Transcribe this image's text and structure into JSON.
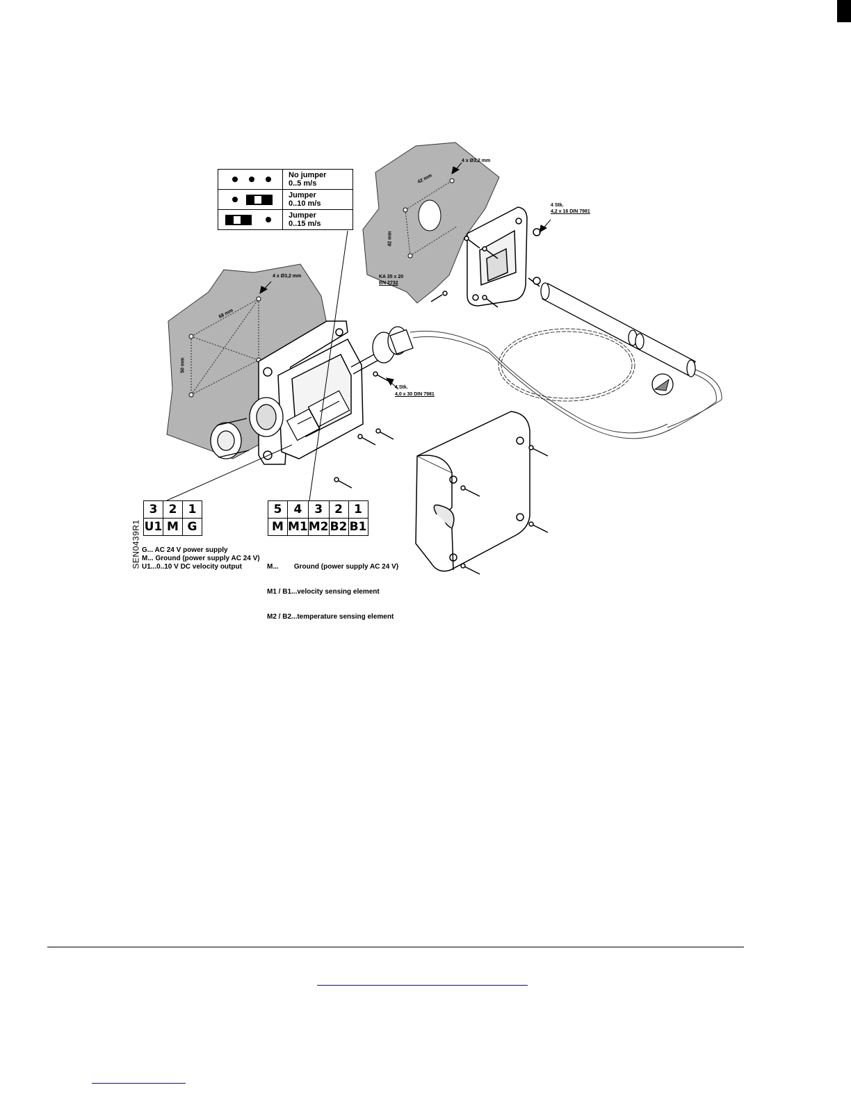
{
  "jumper_table": {
    "rows": [
      {
        "line1": "No jumper",
        "line2": "0..5 m/s"
      },
      {
        "line1": "Jumper",
        "line2": "0..10 m/s"
      },
      {
        "line1": "Jumper",
        "line2": "0..15 m/s"
      }
    ]
  },
  "terminals_left": {
    "numbers": [
      "3",
      "2",
      "1"
    ],
    "labels": [
      "U1",
      "M",
      "G"
    ]
  },
  "terminals_right": {
    "numbers": [
      "5",
      "4",
      "3",
      "2",
      "1"
    ],
    "labels": [
      "M",
      "M1",
      "M2",
      "B2",
      "B1"
    ]
  },
  "legend_left": [
    "G...  AC 24 V power supply",
    "M... Ground (power supply AC 24 V)",
    "U1...0..10 V DC velocity output"
  ],
  "legend_right": [
    "M...        Ground (power supply AC 24 V)",
    "M1 / B1...velocity sensing element",
    "M2 / B2...temperature sensing element"
  ],
  "drawing_code": "SEN0439R1",
  "dimensions": {
    "holes_large": "4 x Ø3,2 mm",
    "width_large": "68 mm",
    "height_large": "50 mm",
    "holes_small": "4 x Ø3,2 mm",
    "width_small": "42 mm",
    "height_small": "42 mm",
    "screws_large_1": "4 Stk.",
    "screws_large_2": "4,0 x 30 DIN 7981",
    "screws_small_1": "4 Stk.",
    "screws_small_2": "4,2 x 16 DIN 7981",
    "ka_1": "KA 35 x 20",
    "ka_2": "BN 2732"
  },
  "colors": {
    "wall_gray": "#b4b4b4",
    "link_blue": "#0000ee"
  }
}
